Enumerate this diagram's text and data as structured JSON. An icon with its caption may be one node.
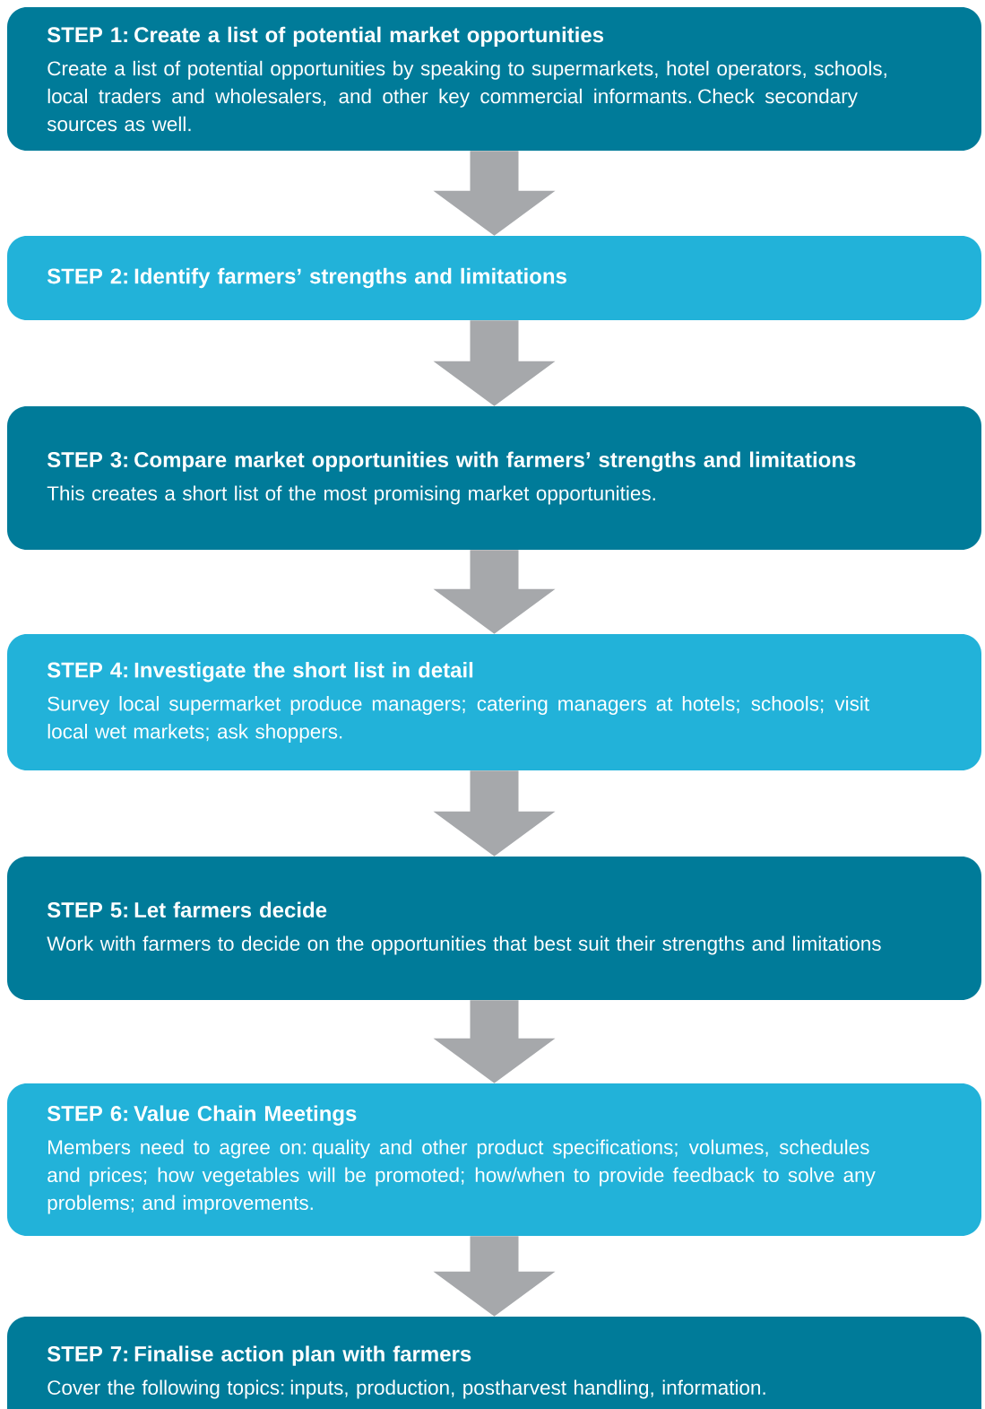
{
  "diagram": {
    "nodes": [
      {
        "text": [
          "STEP 1: Create a list of potential market opportunities",
          "Create a list of potential opportunities by speaking to supermarkets, hotel operators, schools, local traders and wholesalers, and other key commercial informants. Check secondary sources as well."
        ]
      },
      {
        "text": [
          "STEP 2: Identify farmers’ strengths and limitations"
        ]
      },
      {
        "text": [
          "STEP 3: Compare market opportunities with farmers’ strengths and limitations",
          "This creates a short list of the most promising market opportunities."
        ]
      },
      {
        "text": [
          "STEP 4: Investigate the short list in detail",
          "Survey local supermarket produce managers; catering managers at hotels; schools; visit local wet markets; ask shoppers."
        ]
      },
      {
        "text": [
          "STEP 5: Let farmers decide",
          "Work with farmers to decide on the opportunities that best suit their strengths and limitations"
        ]
      },
      {
        "text": [
          "STEP 6: Value Chain Meetings",
          "Members need to agree on: quality and other product specifications; volumes, schedules and prices; how vegetables will be promoted; how/when to provide feedback to solve any problems; and improvements."
        ]
      },
      {
        "text": [
          "STEP 7: Finalise action plan with farmers",
          "Cover the following topics: inputs, production, postharvest handling, information."
        ]
      }
    ],
    "edges": [
      {
        "from": 0,
        "to": 1,
        "arrow": "to"
      },
      {
        "from": 1,
        "to": 2,
        "arrow": "to"
      },
      {
        "from": 2,
        "to": 3,
        "arrow": "to"
      },
      {
        "from": 3,
        "to": 4,
        "arrow": "to"
      },
      {
        "from": 4,
        "to": 5,
        "arrow": "to"
      },
      {
        "from": 5,
        "to": 6,
        "arrow": "to"
      }
    ]
  }
}
